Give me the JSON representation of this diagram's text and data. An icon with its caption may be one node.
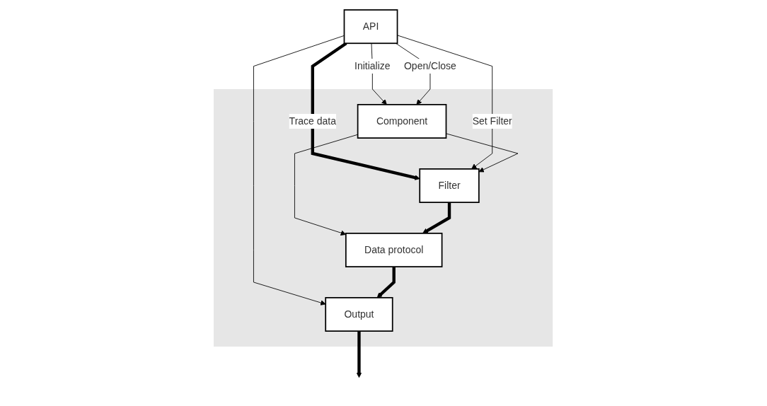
{
  "diagram": {
    "nodes": [
      {
        "text": [
          "API"
        ]
      },
      {
        "text": [],
        "shape": "box"
      },
      {
        "text": [
          "Component"
        ],
        "in": 1
      },
      {
        "text": [
          "Filter"
        ],
        "in": 1
      },
      {
        "text": [
          "Data protocol"
        ],
        "in": 1
      },
      {
        "text": [
          "Output"
        ],
        "in": 1
      }
    ],
    "edges": [
      {
        "from": 0,
        "to": 2,
        "arrow": "to",
        "label": "Initialize"
      },
      {
        "from": 0,
        "to": 5,
        "arrow": "to"
      },
      {
        "from": 0,
        "to": 2,
        "arrow": "to",
        "label": "Open/Close"
      },
      {
        "from": 0,
        "to": 3,
        "arrow": "to",
        "label": "Trace data",
        "style": "thick"
      },
      {
        "from": 0,
        "to": 3,
        "arrow": "to",
        "label": "Set Filter"
      },
      {
        "from": 2,
        "to": 3,
        "arrow": "to"
      },
      {
        "from": 2,
        "to": 4,
        "arrow": "to"
      },
      {
        "from": 3,
        "to": 4,
        "arrow": "to",
        "style": "thick"
      },
      {
        "from": 4,
        "to": 5,
        "arrow": "to",
        "style": "thick"
      },
      {
        "from": 5,
        "to": null,
        "arrow": "to",
        "style": "thick"
      }
    ]
  }
}
